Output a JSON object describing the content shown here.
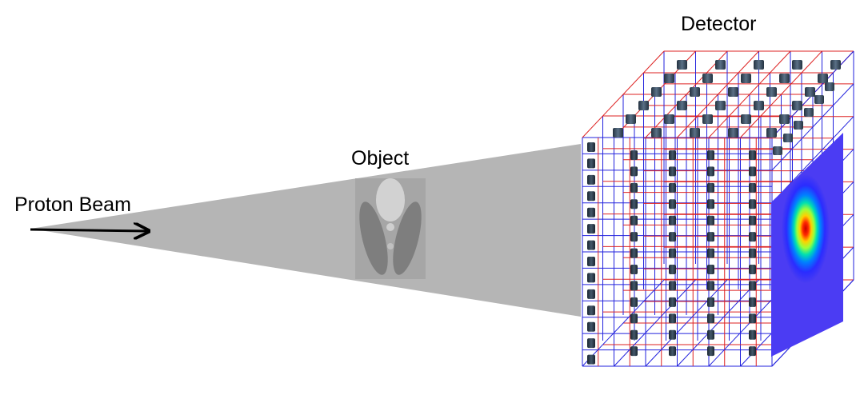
{
  "labels": {
    "beam": "Proton Beam",
    "object": "Object",
    "detector": "Detector"
  },
  "colors": {
    "background": "#ffffff",
    "beam_cone": "#b5b5b5",
    "object_panel": "#a4a4a4",
    "grid_blue": "#2222dd",
    "grid_red": "#dd2222",
    "detector_element": "#2f3f4f",
    "arrow": "#000000"
  },
  "detector": {
    "front_rows": 14,
    "inner_columns": 5,
    "top_rows": 5,
    "top_columns": 5,
    "dose_map": "gaussian-heatmap"
  }
}
